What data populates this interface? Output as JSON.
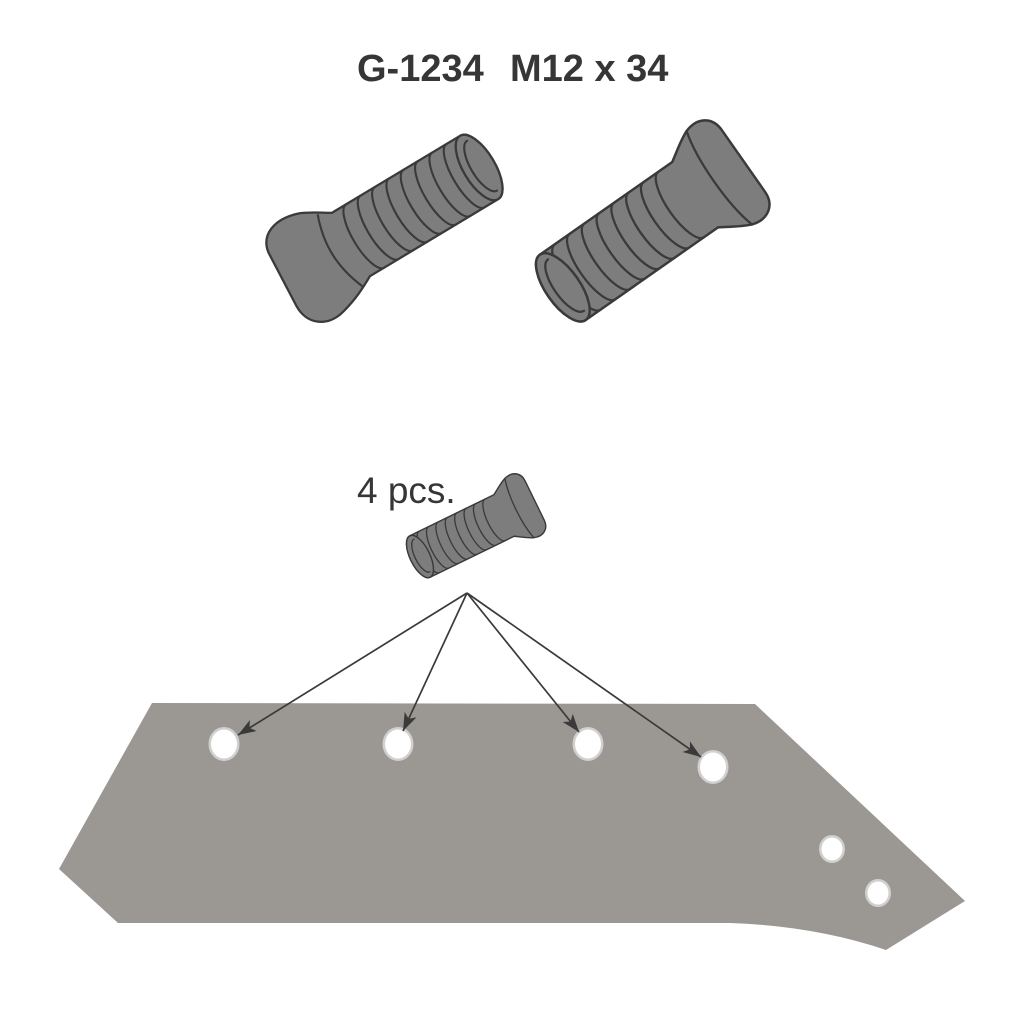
{
  "title": {
    "part_number": "G-1234",
    "size_spec": "M12 x 34"
  },
  "callout": {
    "quantity_label": "4 pcs."
  },
  "colors": {
    "background": "#ffffff",
    "text": "#363636",
    "bolt_fill": "#7e7d7e",
    "bolt_outline": "#3a3a3a",
    "blade_fill": "#9b9894",
    "hole_fill": "#ffffff",
    "arrow": "#3a3a3a"
  }
}
